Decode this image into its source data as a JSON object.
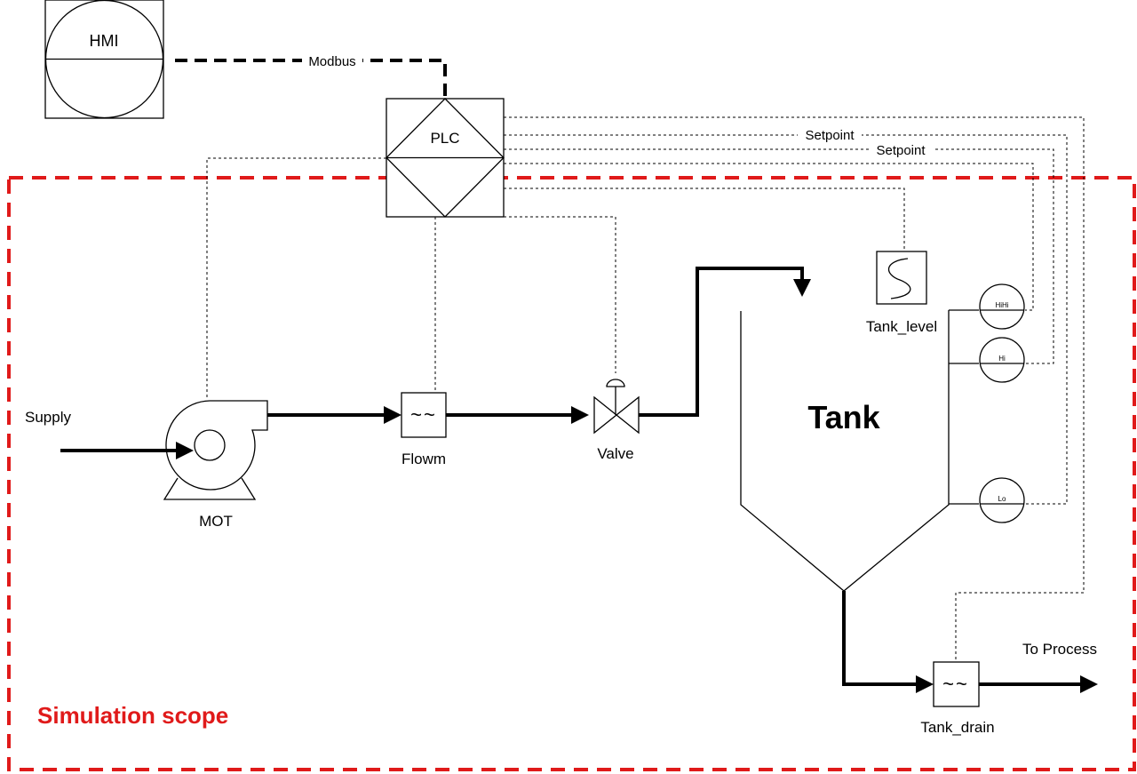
{
  "labels": {
    "hmi": "HMI",
    "modbus": "Modbus",
    "plc": "PLC",
    "setpoint_1": "Setpoint",
    "setpoint_2": "Setpoint",
    "supply": "Supply",
    "motor": "MOT",
    "flowmeter": "Flowm",
    "valve": "Valve",
    "tank": "Tank",
    "tank_level": "Tank_level",
    "switch_hihi": "HiHi",
    "switch_hi": "Hi",
    "switch_lo": "Lo",
    "to_process": "To Process",
    "tank_drain": "Tank_drain",
    "scope": "Simulation scope"
  },
  "colors": {
    "scope_border": "#e01a1a",
    "scope_text": "#e01a1a",
    "line": "#000000"
  },
  "icons": {
    "flowmeter_glyph": "~~"
  }
}
